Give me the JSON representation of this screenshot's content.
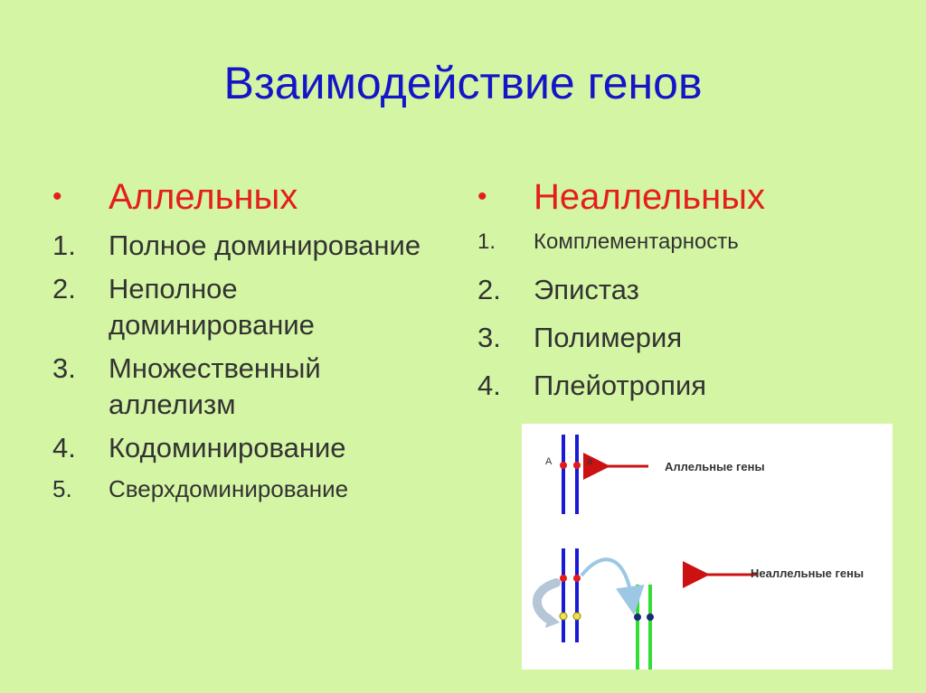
{
  "slide": {
    "title": "Взаимодействие генов",
    "left": {
      "bullet": "•",
      "heading": "Аллельных",
      "items": [
        {
          "num": "1.",
          "text": "Полное доминирование"
        },
        {
          "num": "2.",
          "text": "Неполное доминирование"
        },
        {
          "num": "3.",
          "text": "Множественный аллелизм"
        },
        {
          "num": "4.",
          "text": "Кодоминирование"
        },
        {
          "num": "5.",
          "text": "Сверхдоминирование"
        }
      ]
    },
    "right": {
      "bullet": "•",
      "heading": "Неаллельных",
      "items": [
        {
          "num": "1.",
          "text": "Комплементарность"
        },
        {
          "num": "2.",
          "text": "Эпистаз"
        },
        {
          "num": "3.",
          "text": "Полимерия"
        },
        {
          "num": "4.",
          "text": "Плейотропия"
        }
      ]
    },
    "figure": {
      "allelic_label": "Аллельные гены",
      "nonallelic_label": "Неаллельные гены",
      "allele_big": "A",
      "allele_small": "a"
    }
  },
  "colors": {
    "background": "#d4f5a4",
    "title": "#1515c8",
    "heading": "#e41e1e",
    "text": "#333333",
    "chromosome_blue": "#1a1ad6",
    "chromosome_green": "#33dd33",
    "arrow_red": "#cc1111"
  }
}
